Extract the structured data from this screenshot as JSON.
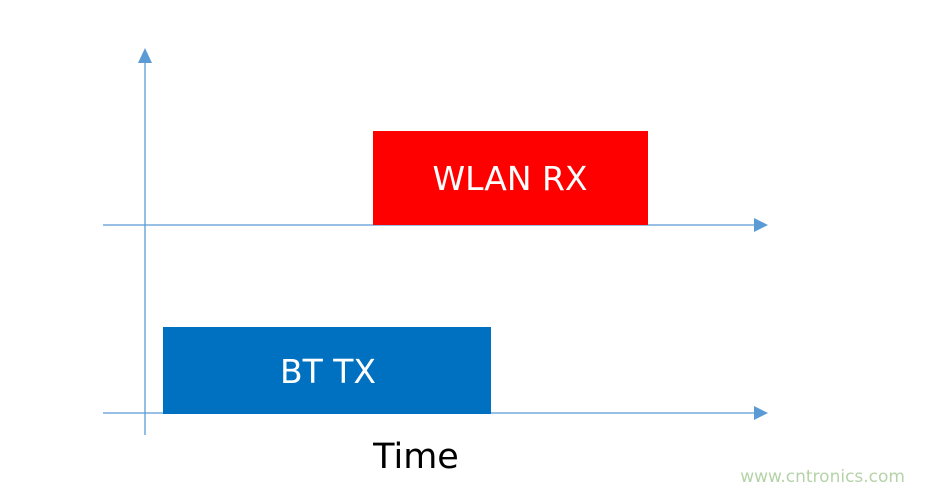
{
  "diagram": {
    "bars": [
      {
        "label": "WLAN RX",
        "color": "#ff0000"
      },
      {
        "label": "BT TX",
        "color": "#0070c0"
      }
    ],
    "axis_label": "Time",
    "axis_color": "#5b9bd5",
    "watermark": "www.cntronics.com"
  }
}
